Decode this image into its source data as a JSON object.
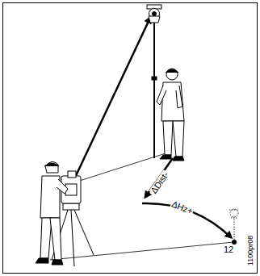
{
  "diagram": {
    "labels": [
      "ΔDist-",
      "ΔHz+",
      "12",
      "1100pr08"
    ]
  }
}
